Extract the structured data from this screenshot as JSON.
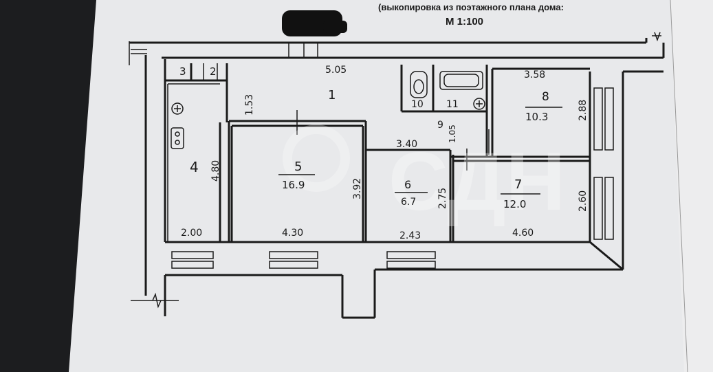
{
  "header": {
    "caption": "(выкопировка из поэтажного плана дома:",
    "scale": "М 1:100"
  },
  "watermark": {
    "text": "СДН"
  },
  "rooms": [
    {
      "id": "1",
      "number": "1",
      "area": "",
      "dims": [
        "5.05",
        "1.53"
      ]
    },
    {
      "id": "2",
      "number": "2",
      "area": "",
      "dims": []
    },
    {
      "id": "3",
      "number": "3",
      "area": "",
      "dims": []
    },
    {
      "id": "4",
      "number": "4",
      "area": "",
      "dims": [
        "4.80",
        "2.00"
      ]
    },
    {
      "id": "5",
      "number": "5",
      "area": "16.9",
      "dims": [
        "4.30",
        "3.92"
      ]
    },
    {
      "id": "6",
      "number": "6",
      "area": "6.7",
      "dims": [
        "2.43",
        "2.75",
        "3.40"
      ]
    },
    {
      "id": "7",
      "number": "7",
      "area": "12.0",
      "dims": [
        "4.60",
        "2.60"
      ]
    },
    {
      "id": "8",
      "number": "8",
      "area": "10.3",
      "dims": [
        "3.58",
        "2.88"
      ]
    },
    {
      "id": "9",
      "number": "9",
      "area": "",
      "dims": [
        "1.05"
      ]
    },
    {
      "id": "10",
      "number": "10",
      "area": "",
      "dims": []
    },
    {
      "id": "11",
      "number": "11",
      "area": "",
      "dims": []
    }
  ],
  "colors": {
    "paper": "#e9eaec",
    "ink": "#1a1a1a",
    "background": "#1c1d1f",
    "redaction": "#111111",
    "watermark": "#ffffff"
  }
}
